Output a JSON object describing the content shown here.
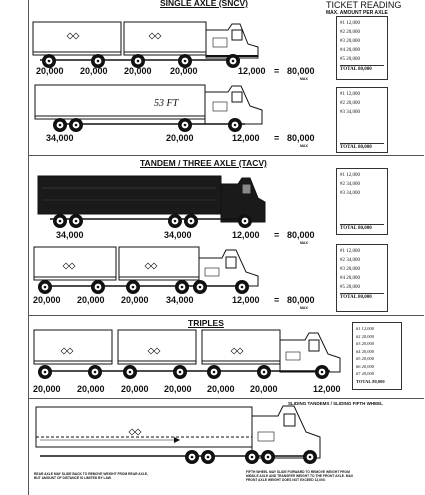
{
  "sections": {
    "single_axle": "SINGLE AXLE (SNCV)",
    "tandem": "TANDEM / THREE AXLE (TACV)",
    "triples": "TRIPLES",
    "sliding": "SLIDING TANDEMS / SLIDING FIFTH WHEEL"
  },
  "header": {
    "ticket_reading": "TICKET READING",
    "max_per_axle": "MAX. AMOUNT PER AXLE"
  },
  "trucks": [
    {
      "axles": [
        "20,000",
        "20,000",
        "20,000",
        "20,000",
        "12,000"
      ],
      "equals": "=",
      "total": "80,000",
      "max": "MAX"
    },
    {
      "axles": [
        "34,000",
        "20,000",
        "12,000"
      ],
      "equals": "=",
      "total": "80,000",
      "max": "MAX",
      "trailer_text": "53 FT"
    },
    {
      "axles": [
        "34,000",
        "34,000",
        "12,000"
      ],
      "equals": "=",
      "total": "80,000",
      "max": "MAX"
    },
    {
      "axles": [
        "20,000",
        "20,000",
        "20,000",
        "34,000",
        "12,000"
      ],
      "equals": "=",
      "total": "80,000",
      "max": "MAX"
    },
    {
      "axles": [
        "20,000",
        "20,000",
        "20,000",
        "20,000",
        "20,000",
        "20,000",
        "12,000"
      ]
    }
  ],
  "tickets": [
    {
      "rows": [
        "#1 12,000",
        "#2 20,000",
        "#3 20,000",
        "#4 20,000",
        "#5 20,000"
      ],
      "total": "TOTAL 80,000"
    },
    {
      "rows": [
        "#1 12,000",
        "#2 20,000",
        "#3 34,000"
      ],
      "total": "TOTAL 80,000"
    },
    {
      "rows": [
        "#1 12,000",
        "#2 34,000",
        "#3 34,000"
      ],
      "total": "TOTAL 80,000"
    },
    {
      "rows": [
        "#1 12,000",
        "#2 34,000",
        "#3 20,000",
        "#4 20,000",
        "#5 20,000"
      ],
      "total": "TOTAL 80,000"
    },
    {
      "rows": [
        "#1 12,000",
        "#2 20,000",
        "#3 20,000",
        "#4 20,000",
        "#5 20,000",
        "#6 20,000",
        "#7 20,000"
      ],
      "total": "TOTAL 80,000"
    }
  ],
  "notes": {
    "left": "REAR AXLE MAY SLIDE BACK TO REMOVE WEIGHT FROM REAR AXLE, BUT AMOUNT OF DISTANCE IS LIMITED BY LAW.",
    "right": "FIFTH WHEEL MAY SLIDE FORWARD TO REMOVE WEIGHT FROM MIDDLE AXLE AND TRANSFER WEIGHT TO THE FRONT AXLE. MAX FRONT AXLE WEIGHT DOES NOT EXCEED 12,000."
  }
}
